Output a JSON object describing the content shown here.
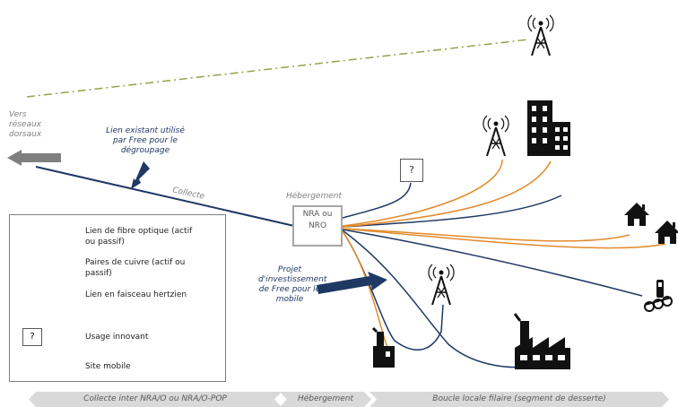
{
  "labels": {
    "vers": "Vers réseaux dorsaux",
    "lien_existant": "Lien existant utilisé par Free pour le dégroupage",
    "collecte": "Collecte",
    "hebergement": "Hébergement",
    "nra": "NRA ou NRO",
    "projet": "Projet d'investissement de Free pour le mobile",
    "question": "?"
  },
  "legend": {
    "fibre": "Lien de fibre optique (actif ou passif)",
    "cuivre": "Paires de cuivre (actif ou passif)",
    "faisceau": "Lien en faisceau hertzien",
    "usage": "Usage innovant",
    "site": "Site mobile"
  },
  "segments": {
    "collecte": "Collecte inter NRA/O ou NRA/O-POP",
    "hebergement": "Hébergement",
    "boucle": "Boucle locale filaire (segment de desserte)"
  },
  "colors": {
    "fibre": "#1f3864",
    "cuivre": "#e38a2c",
    "faisceau": "#8ea64a",
    "arrow_gray": "#7f7f7f"
  },
  "icons": [
    "antenna-icon",
    "building-icon",
    "house-icon",
    "factory-icon",
    "bikes-icon",
    "arrow-icon"
  ]
}
